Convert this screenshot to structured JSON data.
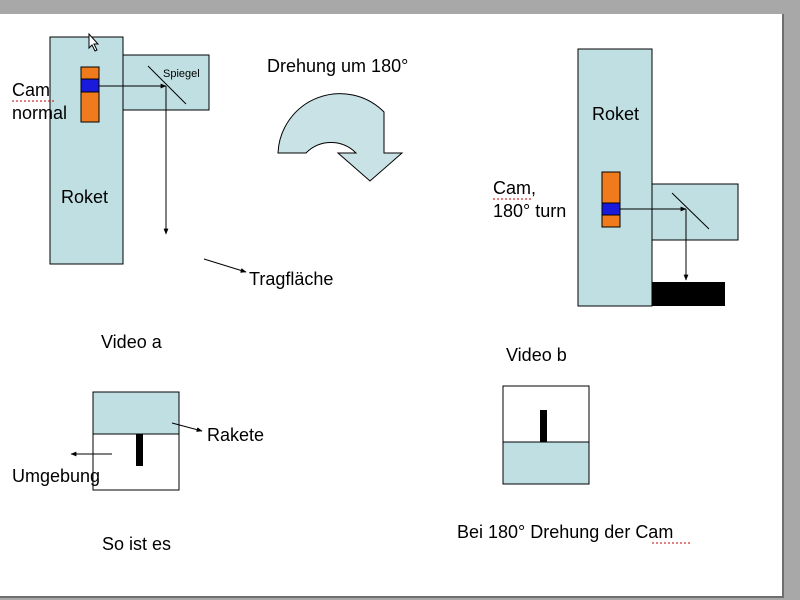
{
  "colors": {
    "rocket_fill": "#c0dfe3",
    "camera_orange": "#f07b1d",
    "lens_blue": "#1a1adc",
    "wing_black": "#000000",
    "arrow_fill": "#c8e2e6",
    "spell_underline": "#cc0000"
  },
  "icons": {
    "cursor": "mouse-pointer-icon",
    "rotation": "curved-arrow-icon"
  },
  "labels": {
    "cam_normal_line1": "Cam",
    "cam_normal_line2": "normal",
    "spiegel": "Spiegel",
    "roket_a": "Roket",
    "drehung": "Drehung um 180°",
    "roket_b": "Roket",
    "cam_turn_line1": "Cam,",
    "cam_turn_line2": "180° turn",
    "tragflaeche": "Tragfläche",
    "video_a": "Video a",
    "video_b": "Video b",
    "rakete": "Rakete",
    "umgebung": "Umgebung",
    "so_ist_es": "So ist es",
    "bei_180": "Bei 180° Drehung der Cam"
  }
}
